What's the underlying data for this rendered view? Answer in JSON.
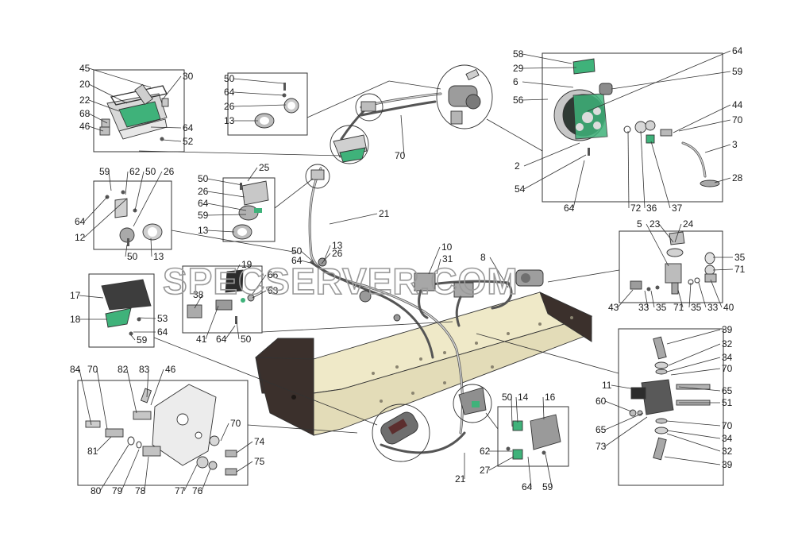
{
  "watermark": "SPECSERVER.COM",
  "colors": {
    "frame": "#efe9c8",
    "frame_dark": "#3b302c",
    "accent_green": "#3fb27a",
    "metal": "#b9b9b9"
  },
  "labels": {
    "tl": [
      "45",
      "20",
      "22",
      "68",
      "46",
      "30",
      "64",
      "52"
    ],
    "ts": [
      "50",
      "64",
      "26",
      "13"
    ],
    "tc": [
      "70",
      "21",
      "50",
      "64",
      "13",
      "26",
      "10",
      "31",
      "8"
    ],
    "ml": [
      "59",
      "62",
      "50",
      "26",
      "64",
      "12",
      "50",
      "13"
    ],
    "mc": [
      "50",
      "25",
      "26",
      "64",
      "59",
      "13"
    ],
    "tr": [
      "58",
      "29",
      "6",
      "56",
      "64",
      "59",
      "44",
      "70",
      "3",
      "2",
      "54",
      "64",
      "72",
      "36",
      "37",
      "28"
    ],
    "mr": [
      "5",
      "23",
      "24",
      "35",
      "71",
      "43",
      "33",
      "35",
      "71",
      "35",
      "33",
      "40"
    ],
    "lml": [
      "17",
      "18",
      "53",
      "64",
      "59"
    ],
    "lmc": [
      "19",
      "66",
      "63",
      "38",
      "41",
      "64",
      "50"
    ],
    "br": [
      "39",
      "32",
      "34",
      "70",
      "11",
      "65",
      "51",
      "60",
      "65",
      "70",
      "73",
      "34",
      "32",
      "39"
    ],
    "bl": [
      "84",
      "70",
      "82",
      "83",
      "46",
      "81",
      "70",
      "74",
      "75",
      "80",
      "79",
      "78",
      "77",
      "76"
    ],
    "bc": [
      "50",
      "14",
      "16",
      "62",
      "27",
      "64",
      "59",
      "21"
    ]
  }
}
